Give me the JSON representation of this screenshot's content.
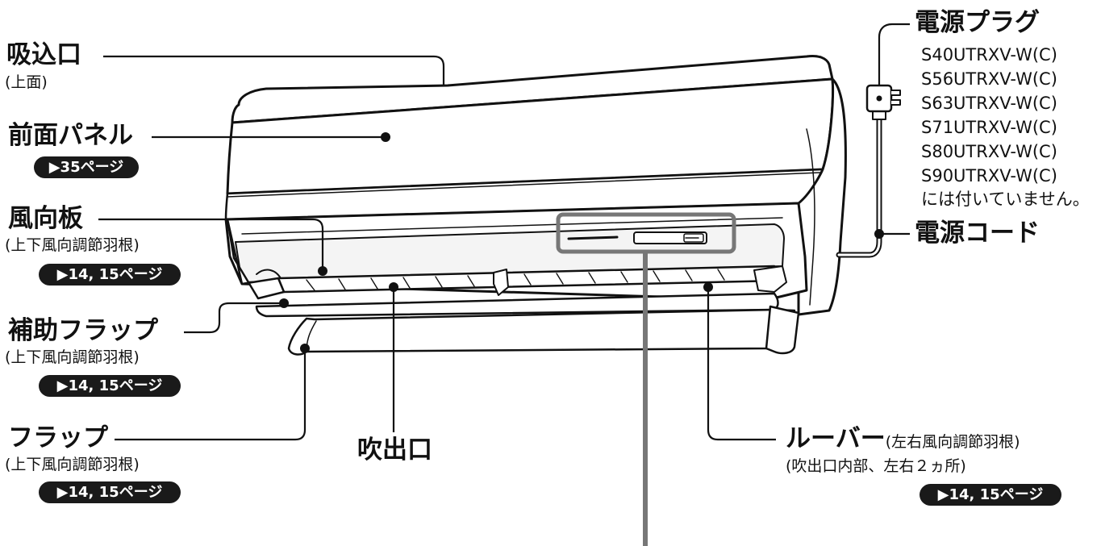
{
  "labels": {
    "intake": {
      "name": "吸込口",
      "sub": "(上面)"
    },
    "front_panel": {
      "name": "前面パネル",
      "ref": "▶35ページ"
    },
    "vane": {
      "name": "風向板",
      "sub": "(上下風向調節羽根)",
      "ref": "▶14, 15ページ"
    },
    "aux_flap": {
      "name": "補助フラップ",
      "sub": "(上下風向調節羽根)",
      "ref": "▶14, 15ページ"
    },
    "flap": {
      "name": "フラップ",
      "sub": "(上下風向調節羽根)",
      "ref": "▶14, 15ページ"
    },
    "outlet": {
      "name": "吹出口"
    },
    "louver": {
      "name": "ルーバー",
      "desc": "(左右風向調節羽根)",
      "sub": "(吹出口内部、左右２ヵ所)",
      "ref": "▶14, 15ページ"
    },
    "plug": {
      "name": "電源プラグ"
    },
    "cord": {
      "name": "電源コード"
    }
  },
  "plug_note": {
    "models": [
      "S40UTRXV-W(C)",
      "S56UTRXV-W(C)",
      "S63UTRXV-W(C)",
      "S71UTRXV-W(C)",
      "S80UTRXV-W(C)",
      "S90UTRXV-W(C)"
    ],
    "suffix": "には付いていません。"
  }
}
